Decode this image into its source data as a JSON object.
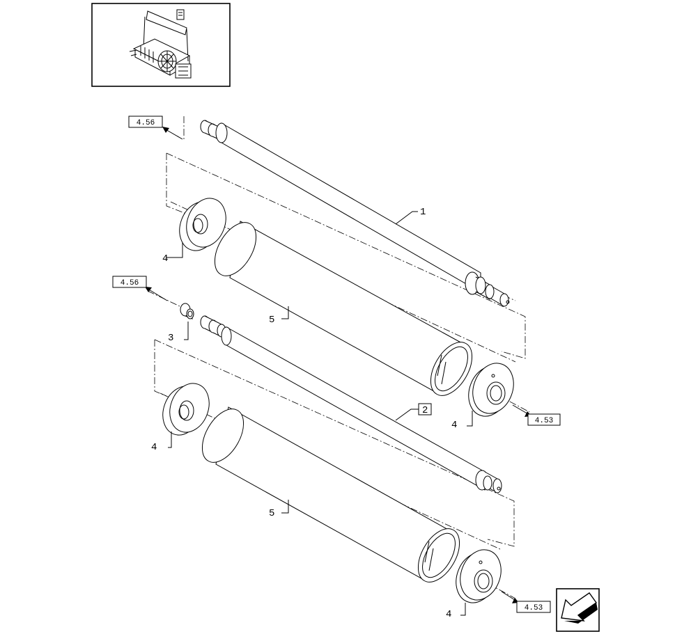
{
  "diagram": {
    "part_callouts": {
      "shaft_upper": "1",
      "shaft_lower": "2",
      "bushing": "3",
      "bearing_flange": "4",
      "roller_tube": "5"
    },
    "page_references": {
      "upper_left": "4.56",
      "middle_left": "4.56",
      "middle_right": "4.53",
      "bottom_right": "4.53"
    },
    "thumbnail_icon": "baler-assembly-thumbnail",
    "nav_icon": "next-page-arrow-icon"
  }
}
